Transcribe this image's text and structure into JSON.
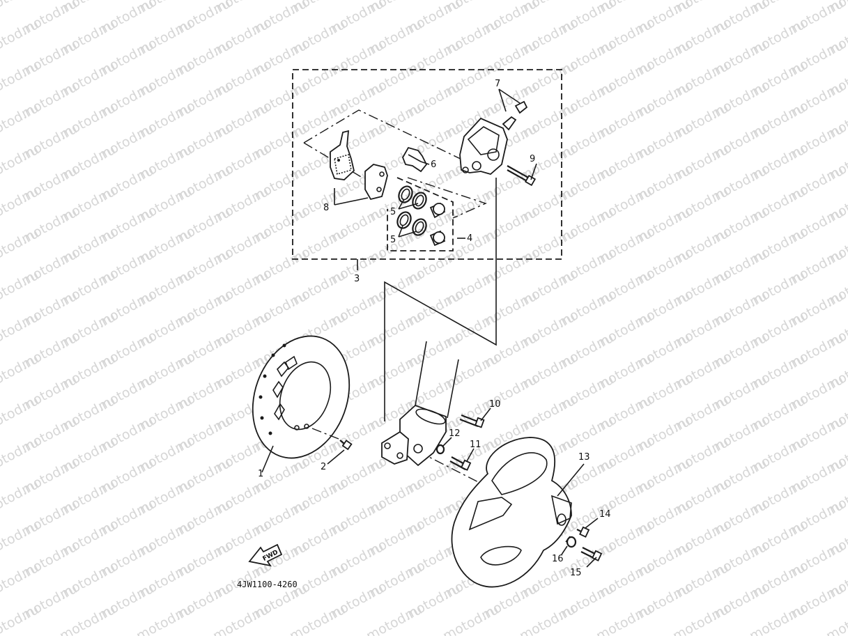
{
  "watermark": {
    "text": "motod.ru"
  },
  "diagram_code": "4JW1100-4260",
  "fwd_label": "FWD",
  "callouts": [
    {
      "id": "c1",
      "label": "1"
    },
    {
      "id": "c2",
      "label": "2"
    },
    {
      "id": "c3",
      "label": "3"
    },
    {
      "id": "c4",
      "label": "4"
    },
    {
      "id": "c5a",
      "label": "5"
    },
    {
      "id": "c5b",
      "label": "5"
    },
    {
      "id": "c6",
      "label": "6"
    },
    {
      "id": "c7",
      "label": "7"
    },
    {
      "id": "c8",
      "label": "8"
    },
    {
      "id": "c9",
      "label": "9"
    },
    {
      "id": "c10",
      "label": "10"
    },
    {
      "id": "c11",
      "label": "11"
    },
    {
      "id": "c12",
      "label": "12"
    },
    {
      "id": "c13",
      "label": "13"
    },
    {
      "id": "c14",
      "label": "14"
    },
    {
      "id": "c15",
      "label": "15"
    },
    {
      "id": "c16",
      "label": "16"
    }
  ]
}
